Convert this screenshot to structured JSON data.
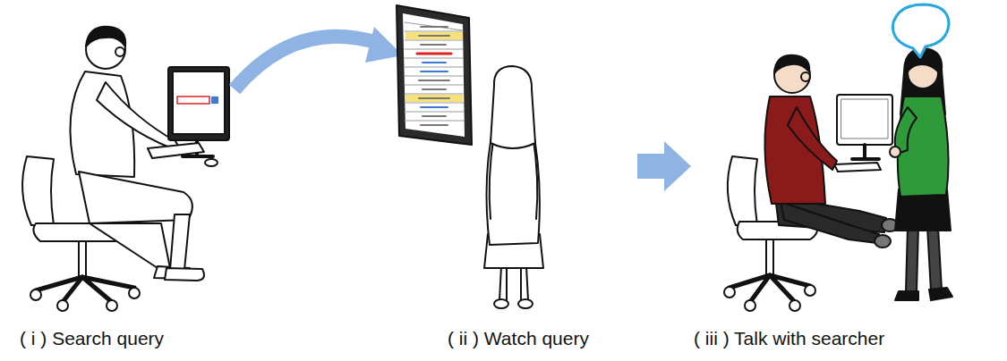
{
  "diagram": {
    "labels": [
      "( i ) Search query",
      "( ii ) Watch query",
      "( iii ) Talk with searcher"
    ]
  }
}
